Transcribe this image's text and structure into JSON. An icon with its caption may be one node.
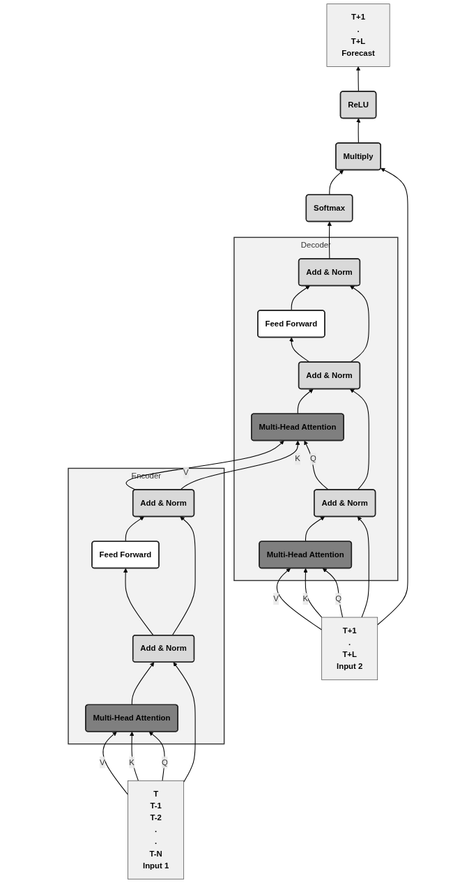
{
  "diagram": {
    "nodes": [
      {
        "text": [
          "T+1",
          ".",
          "T+L",
          "Forecast"
        ]
      },
      {
        "text": [
          "ReLU"
        ]
      },
      {
        "text": [
          "Multiply"
        ]
      },
      {
        "text": [
          "Softmax"
        ]
      },
      {
        "text": [
          "Decoder"
        ]
      },
      {
        "text": [
          "Add & Norm"
        ],
        "in": 4
      },
      {
        "text": [
          "Feed Forward"
        ],
        "in": 4
      },
      {
        "text": [
          "Add & Norm"
        ],
        "in": 4
      },
      {
        "text": [
          "Multi-Head Attention"
        ],
        "in": 4
      },
      {
        "text": [
          "Add & Norm"
        ],
        "in": 4
      },
      {
        "text": [
          "Multi-Head Attention"
        ],
        "in": 4
      },
      {
        "text": [
          "Encoder"
        ]
      },
      {
        "text": [
          "Add & Norm"
        ],
        "in": 11
      },
      {
        "text": [
          "Feed Forward"
        ],
        "in": 11
      },
      {
        "text": [
          "Add & Norm"
        ],
        "in": 11
      },
      {
        "text": [
          "Multi-Head Attention"
        ],
        "in": 11
      },
      {
        "text": [
          "T",
          "T-1",
          "T-2",
          ".",
          ".",
          "T-N",
          "Input 1"
        ]
      },
      {
        "text": [
          "T+1",
          ".",
          "T+L",
          "Input 2"
        ]
      }
    ],
    "edges": [
      {
        "from": 1,
        "to": 0,
        "arrow": "to"
      },
      {
        "from": 2,
        "to": 1,
        "arrow": "to"
      },
      {
        "from": 3,
        "to": 2,
        "arrow": "to"
      },
      {
        "from": 5,
        "to": 3,
        "arrow": "to"
      },
      {
        "from": 6,
        "to": 5,
        "arrow": "to"
      },
      {
        "from": 7,
        "to": 6,
        "arrow": "to"
      },
      {
        "from": 7,
        "to": 5,
        "arrow": "to"
      },
      {
        "from": 8,
        "to": 7,
        "arrow": "to"
      },
      {
        "from": 9,
        "to": 8,
        "arrow": "to",
        "label": "Q"
      },
      {
        "from": 9,
        "to": 7,
        "arrow": "to"
      },
      {
        "from": 10,
        "to": 9,
        "arrow": "to"
      },
      {
        "from": 17,
        "to": 10,
        "arrow": "to",
        "label": "V"
      },
      {
        "from": 17,
        "to": 10,
        "arrow": "to",
        "label": "K"
      },
      {
        "from": 17,
        "to": 10,
        "arrow": "to",
        "label": "Q"
      },
      {
        "from": 17,
        "to": 9,
        "arrow": "to"
      },
      {
        "from": 17,
        "to": 2,
        "arrow": "to"
      },
      {
        "from": 13,
        "to": 12,
        "arrow": "to"
      },
      {
        "from": 14,
        "to": 13,
        "arrow": "to"
      },
      {
        "from": 14,
        "to": 12,
        "arrow": "to"
      },
      {
        "from": 15,
        "to": 14,
        "arrow": "to"
      },
      {
        "from": 16,
        "to": 15,
        "arrow": "to",
        "label": "V"
      },
      {
        "from": 16,
        "to": 15,
        "arrow": "to",
        "label": "K"
      },
      {
        "from": 16,
        "to": 15,
        "arrow": "to",
        "label": "Q"
      },
      {
        "from": 16,
        "to": 14,
        "arrow": "to"
      },
      {
        "from": 12,
        "to": 8,
        "arrow": "to",
        "label": "V"
      },
      {
        "from": 12,
        "to": 8,
        "arrow": "to",
        "label": "K"
      }
    ]
  }
}
